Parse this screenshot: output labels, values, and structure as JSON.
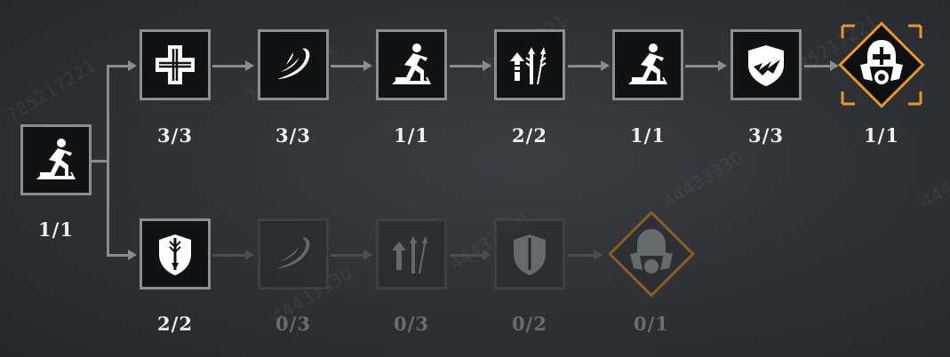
{
  "watermark_text": "785217221",
  "watermark_text_2": "44433330",
  "colors": {
    "accent": "#e7962f",
    "node_border": "#8c8e90",
    "connector": "#8a8c8e",
    "label": "#f0f0f0",
    "label_dim": "#6a6c6f"
  },
  "root": {
    "icon": "sprint-icon",
    "label": "1/1"
  },
  "top_branch": [
    {
      "icon": "medical-cross-icon",
      "label": "3/3"
    },
    {
      "icon": "swirl-slash-icon",
      "label": "3/3"
    },
    {
      "icon": "sprint-icon",
      "label": "1/1"
    },
    {
      "icon": "arrows-up-icon",
      "label": "2/2"
    },
    {
      "icon": "sprint-icon",
      "label": "1/1"
    },
    {
      "icon": "shield-strike-icon",
      "label": "3/3"
    },
    {
      "icon": "warrior-helmet-icon",
      "label": "1/1"
    }
  ],
  "bottom_branch": [
    {
      "icon": "shield-arrow-icon",
      "label": "2/2"
    },
    {
      "icon": "swirl-slash-icon",
      "label": "0/3"
    },
    {
      "icon": "arrows-up-icon",
      "label": "0/3"
    },
    {
      "icon": "shield-arrow-icon",
      "label": "0/2"
    },
    {
      "icon": "warrior-helmet-icon",
      "label": "0/1"
    }
  ]
}
